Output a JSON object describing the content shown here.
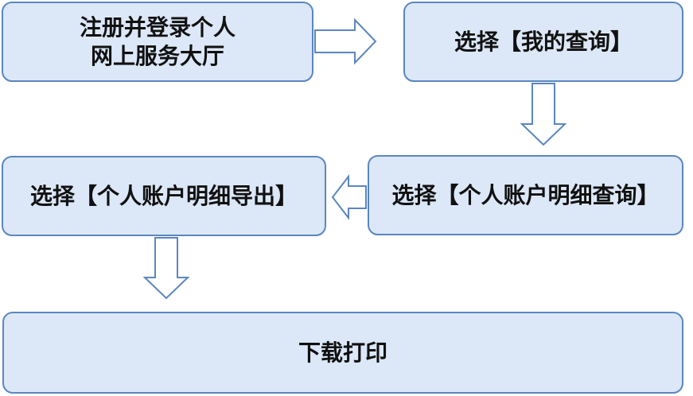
{
  "steps": [
    {
      "lines": [
        "注册并登录个人",
        "网上服务大厅"
      ]
    },
    {
      "lines": [
        "选择【我的查询】"
      ]
    },
    {
      "lines": [
        "选择【个人账户明细查询】"
      ]
    },
    {
      "lines": [
        "选择【个人账户明细导出】"
      ]
    },
    {
      "lines": [
        "下载打印"
      ]
    }
  ],
  "colors": {
    "box_fill": "#dce8f8",
    "box_border": "#5b86bf",
    "arrow_fill": "#ffffff",
    "text": "#111111"
  }
}
